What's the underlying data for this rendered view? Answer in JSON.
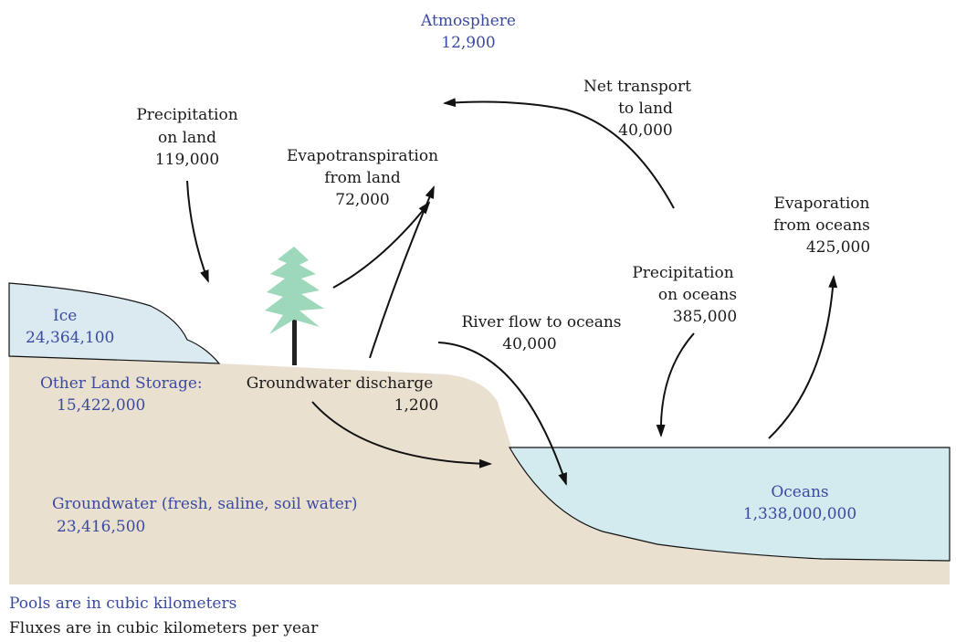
{
  "atmosphere": {
    "label": "Atmosphere",
    "value": "12,900"
  },
  "ice": {
    "label": "Ice",
    "value": "24,364,100"
  },
  "other_land": {
    "label": "Other Land Storage:",
    "value": "15,422,000"
  },
  "groundwater": {
    "label": "Groundwater (fresh, saline, soil water)",
    "value": "23,416,500"
  },
  "oceans": {
    "label": "Oceans",
    "value": "1,338,000,000"
  },
  "fluxes": {
    "precip_land": {
      "line1": "Precipitation",
      "line2": "on land",
      "value": "119,000"
    },
    "evapotranspiration": {
      "line1": "Evapotranspiration",
      "line2": "from land",
      "value": "72,000"
    },
    "net_transport": {
      "line1": "Net transport",
      "line2": "to land",
      "value": "40,000"
    },
    "evap_oceans": {
      "line1": "Evaporation",
      "line2": "from oceans",
      "value": "425,000"
    },
    "precip_oceans": {
      "line1": "Precipitation",
      "line2": "on oceans",
      "value": "385,000"
    },
    "river_flow": {
      "line1": "River flow to oceans",
      "value": "40,000"
    },
    "groundwater_discharge": {
      "line1": "Groundwater discharge",
      "value": "1,200"
    }
  },
  "notes": {
    "pools": "Pools are in cubic kilometers",
    "fluxes": "Fluxes are in cubic kilometers per year"
  },
  "colors": {
    "land": "#eae0d0",
    "ice": "#dbeaf1",
    "ocean": "#d3eaee",
    "tree": "#9ed8bb",
    "pool_text": "#3a4aa0",
    "flux_text": "#1a1a1a"
  }
}
